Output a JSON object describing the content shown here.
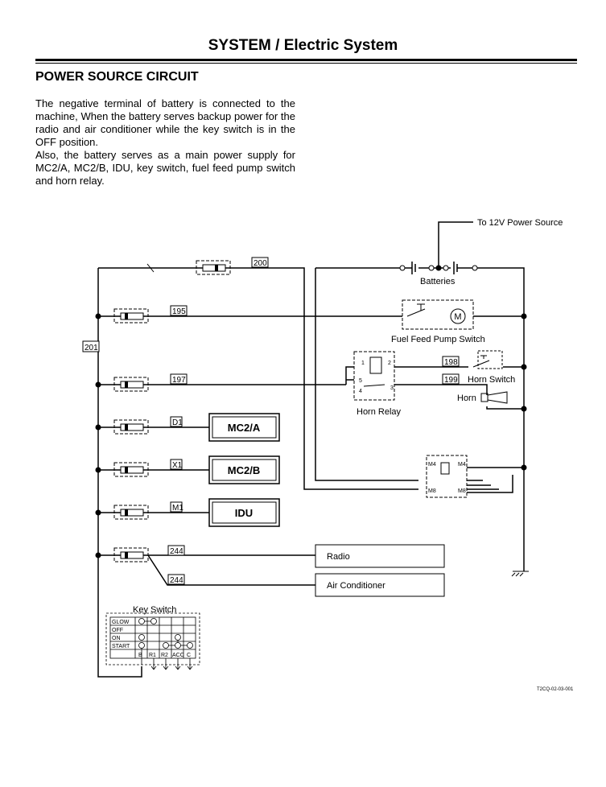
{
  "header": {
    "title": "SYSTEM / Electric System"
  },
  "section": {
    "title": "POWER SOURCE CIRCUIT"
  },
  "body": {
    "p1": "The negative terminal of battery is connected to the machine, When the battery serves backup power for the radio and air conditioner while the key switch is in the OFF position.",
    "p2": "Also, the battery serves as a main power supply for MC2/A, MC2/B, IDU, key switch, fuel feed pump switch and horn relay."
  },
  "diagram": {
    "power_source": "To 12V Power Source",
    "batteries": "Batteries",
    "fuel_pump_switch": "Fuel Feed Pump Switch",
    "motor_symbol": "M",
    "horn_switch": "Horn Switch",
    "horn": "Horn",
    "horn_relay": "Horn Relay",
    "wires": {
      "w200": "200",
      "w195": "195",
      "w197": "197",
      "w201": "201",
      "w198": "198",
      "w199": "199",
      "wD1": "D1",
      "wX1": "X1",
      "wM1": "M1",
      "w244a": "244",
      "w244b": "244"
    },
    "boxes": {
      "mc2a": "MC2/A",
      "mc2b": "MC2/B",
      "idu": "IDU",
      "radio": "Radio",
      "aircon": "Air Conditioner"
    },
    "relay_pins": {
      "p1": "1",
      "p2": "2",
      "p3": "3",
      "p4": "4",
      "p5": "5"
    },
    "ecu_pins": {
      "m4a": "M4",
      "m4b": "M4",
      "m8a": "M8",
      "m8b": "M8"
    },
    "key_switch": {
      "title": "Key Switch",
      "rows": [
        "GLOW",
        "OFF",
        "ON",
        "START"
      ],
      "cols": [
        "B",
        "R1",
        "R2",
        "ACC",
        "C"
      ]
    },
    "figure_code": "T2CQ-02-03-001"
  }
}
